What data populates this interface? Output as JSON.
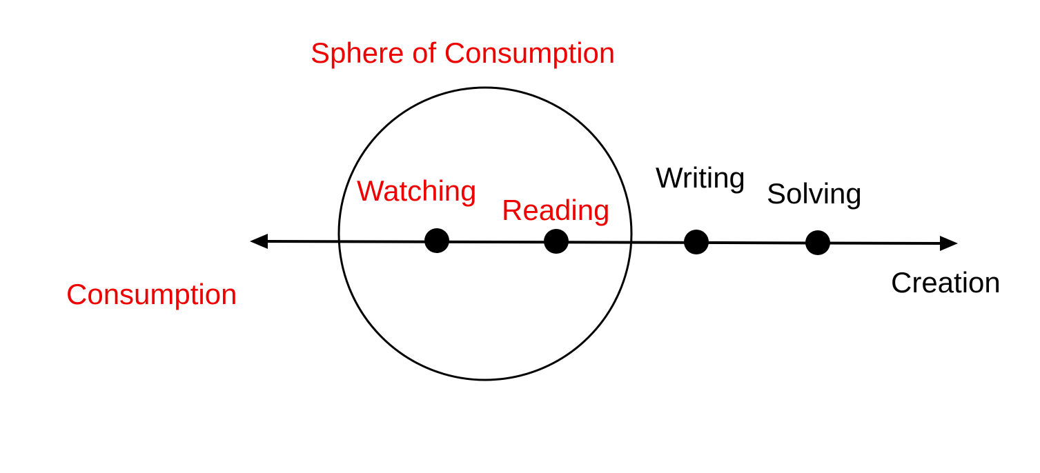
{
  "diagram": {
    "title": "Sphere of Consumption",
    "axis": {
      "left_label": "Consumption",
      "right_label": "Creation"
    },
    "points": [
      {
        "label": "Watching",
        "in_sphere": true
      },
      {
        "label": "Reading",
        "in_sphere": true
      },
      {
        "label": "Writing",
        "in_sphere": false
      },
      {
        "label": "Solving",
        "in_sphere": false
      }
    ]
  },
  "colors": {
    "red_text": "#ee0000",
    "black": "#000000",
    "background": "#ffffff"
  }
}
